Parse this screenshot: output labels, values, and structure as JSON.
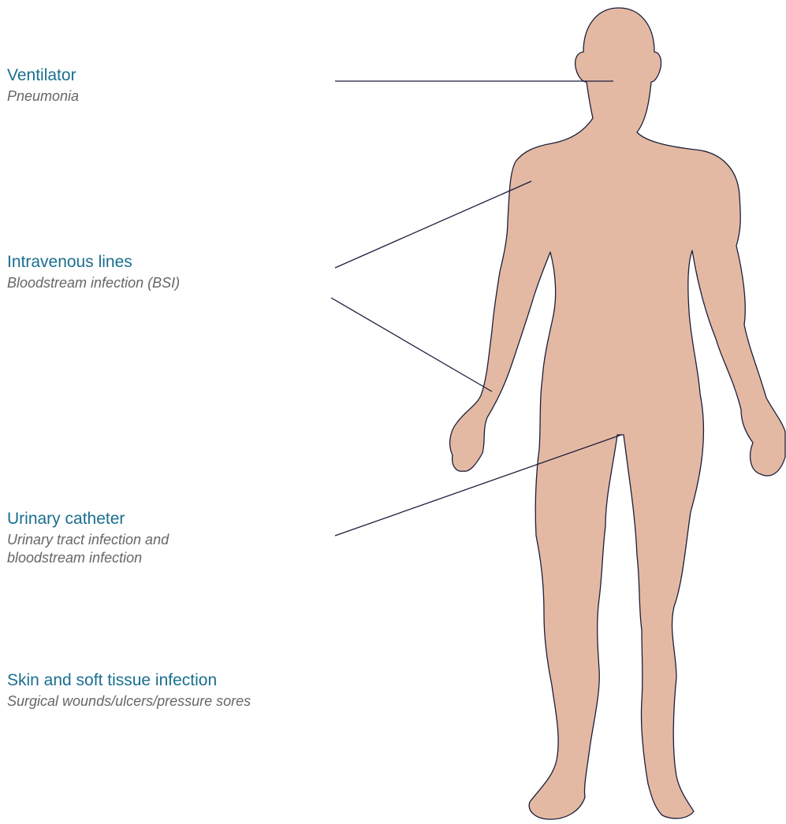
{
  "labels": {
    "ventilator": {
      "title": "Ventilator",
      "subtitle": "Pneumonia"
    },
    "iv": {
      "title": "Intravenous lines",
      "subtitle": "Bloodstream infection (BSI)"
    },
    "urinary": {
      "title": "Urinary catheter",
      "subtitle_line1": "Urinary tract infection and",
      "subtitle_line2": "bloodstream infection"
    },
    "skin": {
      "title": "Skin and soft tissue infection",
      "subtitle": "Surgical wounds/ulcers/pressure sores"
    }
  },
  "colors": {
    "body_fill": "#e4b9a3",
    "body_stroke": "#1b1f3b",
    "title": "#1a6f8f",
    "subtitle": "#666666"
  }
}
